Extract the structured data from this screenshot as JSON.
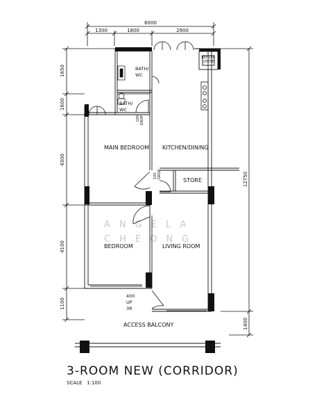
{
  "title": "3-ROOM NEW (CORRIDOR)",
  "scale_label": "SCALE",
  "scale_value": "1:100",
  "rooms": {
    "main_bedroom": "MAIN BEDROOM",
    "kitchen_dining": "KITCHEN/DINING",
    "store": "STORE",
    "bedroom": "BEDROOM",
    "living_room": "LIVING ROOM",
    "access_balcony": "ACCESS BALCONY",
    "bath_wc_1": [
      "BATH/",
      "WC"
    ],
    "bath_wc_2": [
      "BATH/",
      "WC"
    ],
    "refuse_chute": [
      "REFUSE",
      "CHUTE"
    ]
  },
  "level_notes": {
    "drop_1": [
      "100",
      "DROP"
    ],
    "drop_2": [
      "100",
      "DROP"
    ],
    "entrance_step": [
      "400",
      "UP",
      "3R"
    ]
  },
  "dimensions": {
    "top_overall": "6000",
    "top_segments": [
      "1300",
      "1800",
      "2900"
    ],
    "left_segments": [
      "1650",
      "1600",
      "4300",
      "4100",
      "1100"
    ],
    "right_overall": "12750",
    "right_balcony": "1400"
  },
  "watermark": {
    "line1": "ANGELA",
    "line2": "CHEONG"
  }
}
